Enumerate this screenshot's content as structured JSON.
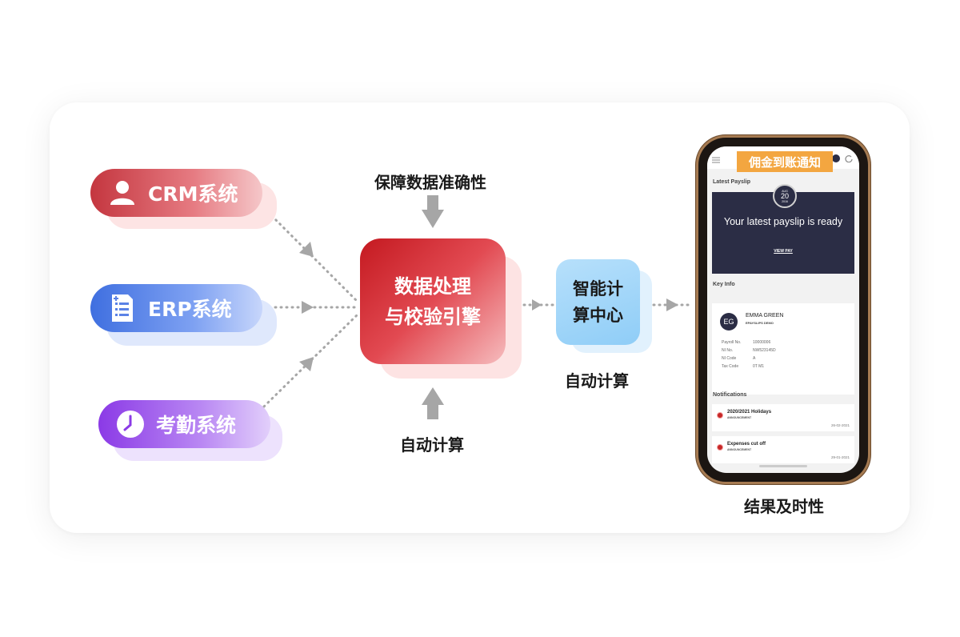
{
  "sources": [
    {
      "label": "CRM系统",
      "icon": "user-icon"
    },
    {
      "label": "ERP系统",
      "icon": "document-list-icon"
    },
    {
      "label": "考勤系统",
      "icon": "clock-icon"
    }
  ],
  "engine": {
    "line1": "数据处理",
    "line2": "与校验引擎"
  },
  "top_label": "保障数据准确性",
  "bottom_label": "自动计算",
  "calc_center": {
    "line1": "智能计",
    "line2": "算中心",
    "caption": "自动计算"
  },
  "result_label": "结果及时性",
  "phone": {
    "banner": "佣金到账通知",
    "latest_payslip_heading": "Latest Payslip",
    "date_badge": {
      "month": "AUG",
      "day": "20",
      "year": "2016"
    },
    "payslip_message": "Your latest payslip is ready",
    "view_pay": "VIEW PAY",
    "key_info_heading": "Key Info",
    "employee": {
      "initials": "EG",
      "name": "EMMA GREEN",
      "company": "EPAYSLIPS DEMO",
      "fields": [
        {
          "label": "Payroll No.",
          "value": "10000006"
        },
        {
          "label": "NI No.",
          "value": "NW523145D"
        },
        {
          "label": "NI Code",
          "value": "A"
        },
        {
          "label": "Tax Code",
          "value": "0T M1"
        }
      ]
    },
    "notifications_heading": "Notifications",
    "notifications": [
      {
        "title": "2020/2021 Holidays",
        "type": "ANNOUNCEMENT",
        "date": "26-02-2021"
      },
      {
        "title": "Expenses cut off",
        "type": "ANNOUNCEMENT",
        "date": "29-01-2021"
      }
    ]
  },
  "colors": {
    "crm": "#c4363f",
    "erp": "#3f6fe0",
    "attendance": "#8b3ae6",
    "engine": "#d42a31",
    "calc": "#9bd3f8",
    "banner": "#f3a640",
    "payslip_bg": "#2b2d45"
  }
}
